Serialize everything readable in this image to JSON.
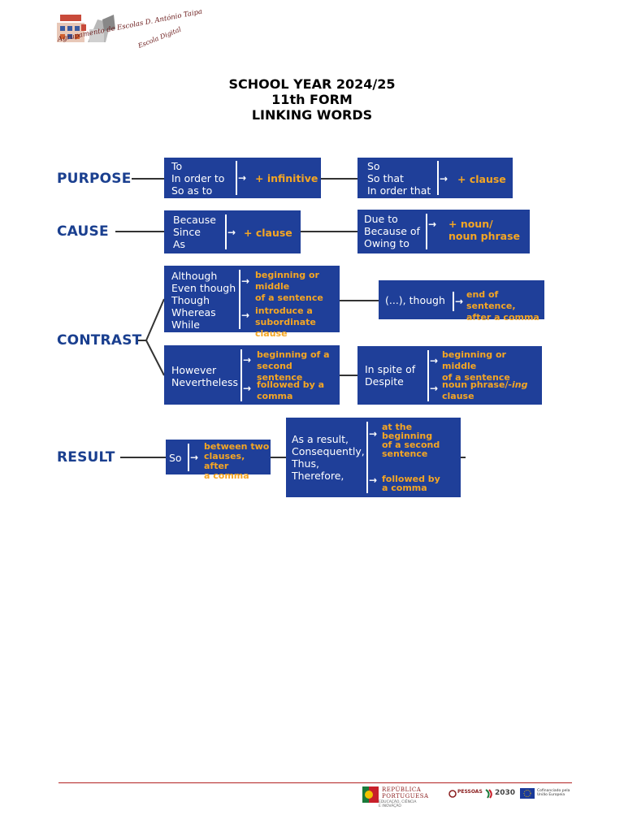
{
  "header": {
    "logo_line1": "Agrupamento de Escolas D. António Taipa",
    "logo_line2": "Escola Digital"
  },
  "titles": {
    "line1": "SCHOOL YEAR 2024/25",
    "line2": "11th FORM",
    "line3": "LINKING WORDS"
  },
  "diagram": {
    "purpose": {
      "label": "PURPOSE",
      "box1": {
        "words": "To\nIn order to\nSo as to",
        "note": "+ infinitive"
      },
      "box2": {
        "words": "So\nSo that\nIn order that",
        "note": "+ clause"
      }
    },
    "cause": {
      "label": "CAUSE",
      "box1": {
        "words": "Because\nSince\nAs",
        "note": "+ clause"
      },
      "box2": {
        "words": "Due to\nBecause of\nOwing to",
        "note": "+ noun/\n  noun phrase"
      }
    },
    "contrast": {
      "label": "CONTRAST",
      "box1": {
        "words": "Although\nEven though\nThough\nWhereas\nWhile",
        "note1": "beginning or middle\nof a sentence",
        "note2": "introduce a\nsubordinate clause"
      },
      "box2": {
        "words": "(...), though",
        "note": "end of sentence,\nafter a comma"
      },
      "box3": {
        "words": "However\nNevertheless",
        "note1": "beginning of a\nsecond sentence",
        "note2": "followed by a\ncomma"
      },
      "box4": {
        "words": "In spite of\nDespite",
        "note1": "beginning or middle\nof a sentence",
        "note2a": "noun phrase/",
        "note2b": "-ing",
        "note2c": "clause"
      }
    },
    "result": {
      "label": "RESULT",
      "box1": {
        "words": "So",
        "note": "between two\nclauses, after\na comma"
      },
      "box2": {
        "words": "As a result,\nConsequently,\nThus,\nTherefore,",
        "note1": "at the beginning\nof a second\nsentence",
        "note2": "followed by\na comma"
      }
    },
    "colors": {
      "box": "#1f3f99",
      "label": "#1a3f8f",
      "note": "#f5a623",
      "line": "#333333"
    }
  },
  "footer": {
    "republica": "REPÚBLICA\nPORTUGUESA",
    "republica_sub": "EDUCAÇÃO, CIÊNCIA\nE INOVAÇÃO",
    "pessoas": "PESSOAS",
    "year": "2030",
    "eu": "Cofinanciado pela\nUnião Europeia"
  }
}
